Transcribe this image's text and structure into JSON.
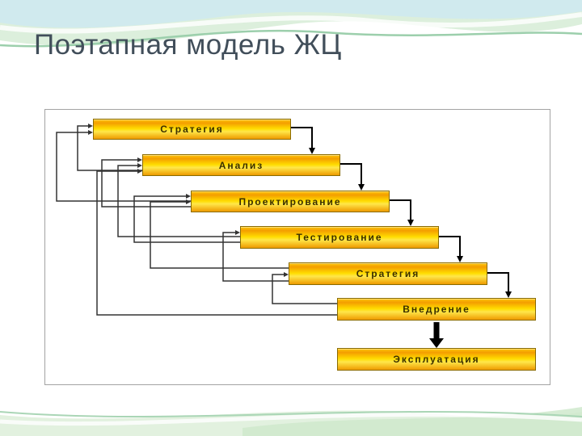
{
  "slide": {
    "title": "Поэтапная модель ЖЦ"
  },
  "diagram": {
    "stages": [
      "Стратегия",
      "Анализ",
      "Проектирование",
      "Тестирование",
      "Стратегия",
      "Внедрение",
      "Эксплуатация"
    ],
    "colors": {
      "title": "#414E5A",
      "box_gradient_top": "#F49E00",
      "box_gradient_middle": "#FFDD00",
      "box_border": "#8A6B00",
      "forward_arrow": "#000000",
      "feedback_arrow": "#333333",
      "panel_border": "#A3A3A3",
      "wave_green": "#DCEFDC",
      "wave_aqua": "#CDE9F3"
    }
  }
}
